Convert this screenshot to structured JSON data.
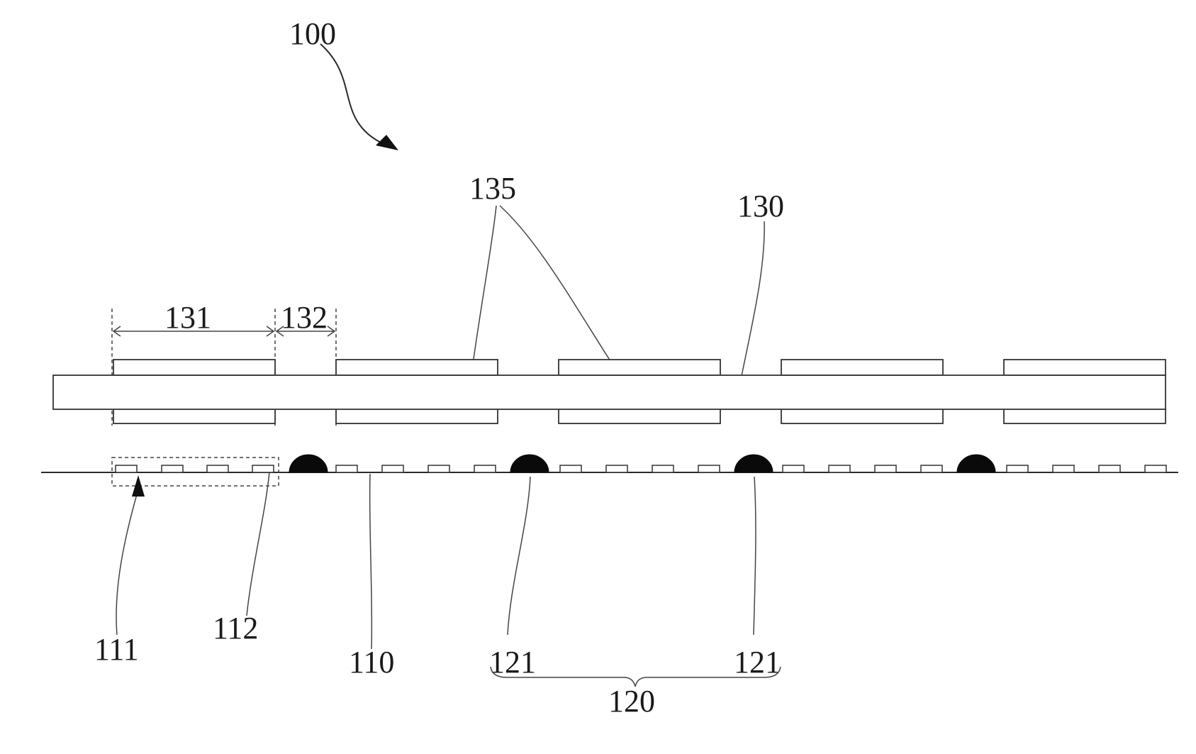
{
  "labels": {
    "assembly": "100",
    "substrate": "110",
    "region_111": "111",
    "pad_112": "112",
    "bump_set": "120",
    "bump_left": "121",
    "bump_right": "121",
    "panel": "130",
    "segment_131": "131",
    "gap_132": "132",
    "electrode": "135"
  },
  "colors": {
    "ink": "#1a1a1a",
    "bump": "#0a0a0a",
    "background": "#ffffff"
  }
}
